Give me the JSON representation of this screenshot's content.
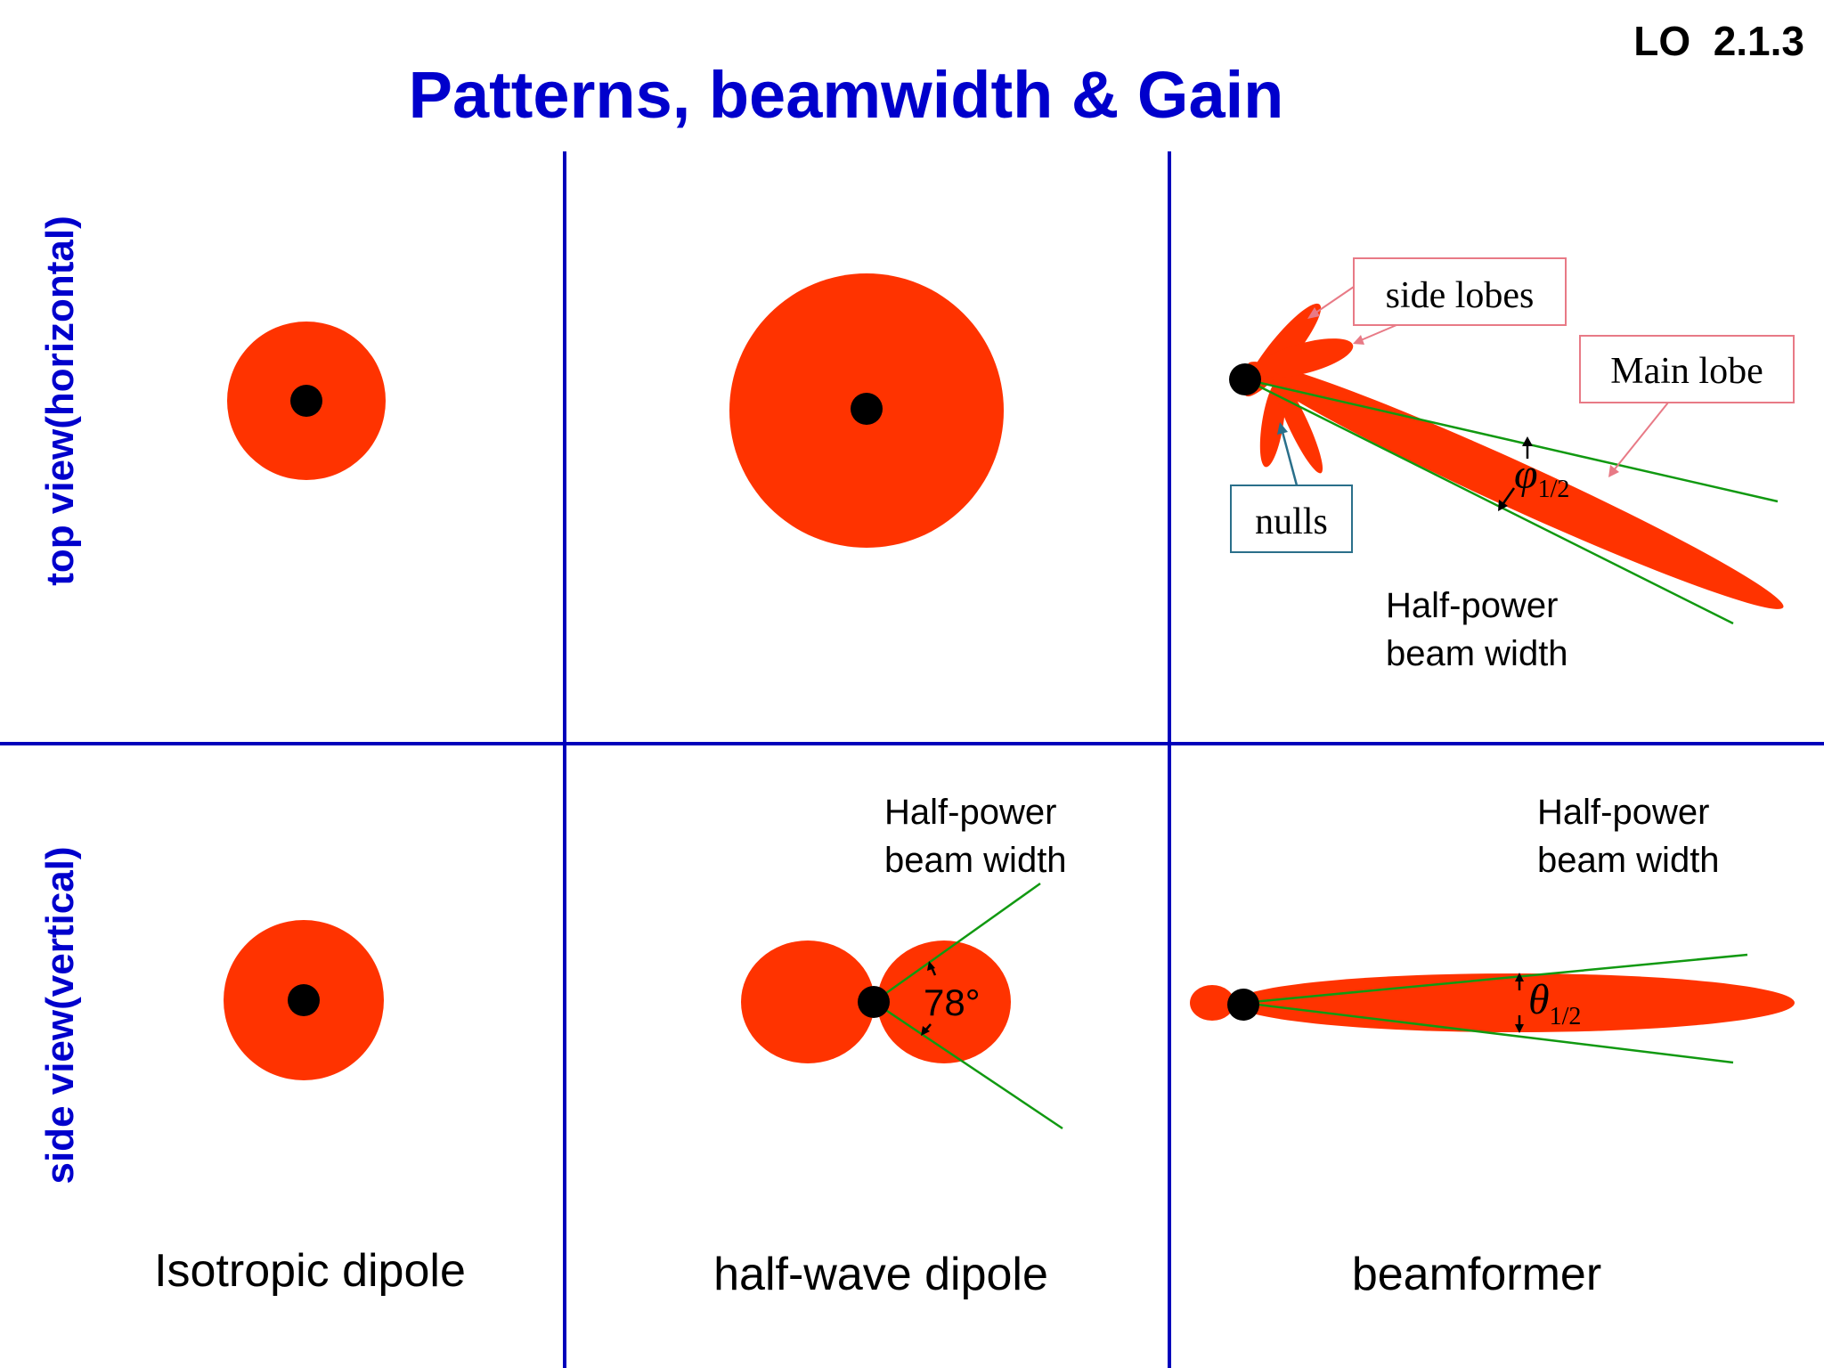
{
  "slide": {
    "title": "Patterns, beamwidth & Gain",
    "code": "LO  2.1.3"
  },
  "rows": {
    "top": "top view(horizontal)",
    "side": "side view(vertical)"
  },
  "columns": {
    "isotropic": "Isotropic dipole",
    "halfwave": "half-wave dipole",
    "beamformer": "beamformer"
  },
  "annotations": {
    "side_lobes": "side lobes",
    "main_lobe": "Main lobe",
    "nulls": "nulls",
    "hpbw_line1": "Half-power",
    "hpbw_line2": "beam width",
    "angle_78": "78°",
    "phi": "φ",
    "theta": "θ",
    "half_sub": "1/2"
  },
  "colors": {
    "title": "#0000cc",
    "grid": "#0000bb",
    "lobe": "#ff3300",
    "dot": "#000000",
    "beam_line": "#119911",
    "callout_red": "#e87a86",
    "callout_blue": "#2a6f8a"
  }
}
